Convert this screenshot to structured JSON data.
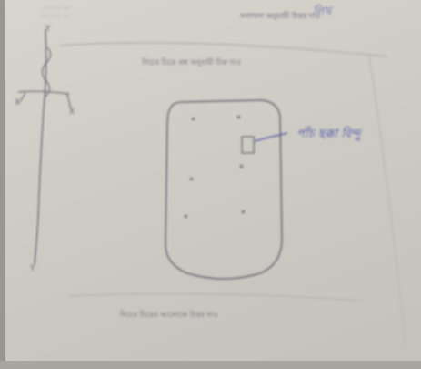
{
  "page": {
    "header_lines": [
      "... ... ...",
      "... ... ..."
    ],
    "header_right": "ফলাফল অনুযায়ী উত্তর দাও",
    "header_handwritten": "লিখ",
    "question_text": "নিচের চিত্রে প্রশ্ন অনুযায়ী চিহ্ন দাও",
    "handwritten_answer": "পাঁচ ছক্কা বিন্দু",
    "caption_text": "নিচের চিত্রের আলোকে উত্তর দাও",
    "axis_top_label": "Y",
    "axis_left_label": "X",
    "axis_right_label": "X",
    "axis_bottom_label": "Y",
    "colors": {
      "paper": "#d8d5cf",
      "pencil": "#6a6870",
      "pen_blue": "#4b55a8"
    }
  }
}
